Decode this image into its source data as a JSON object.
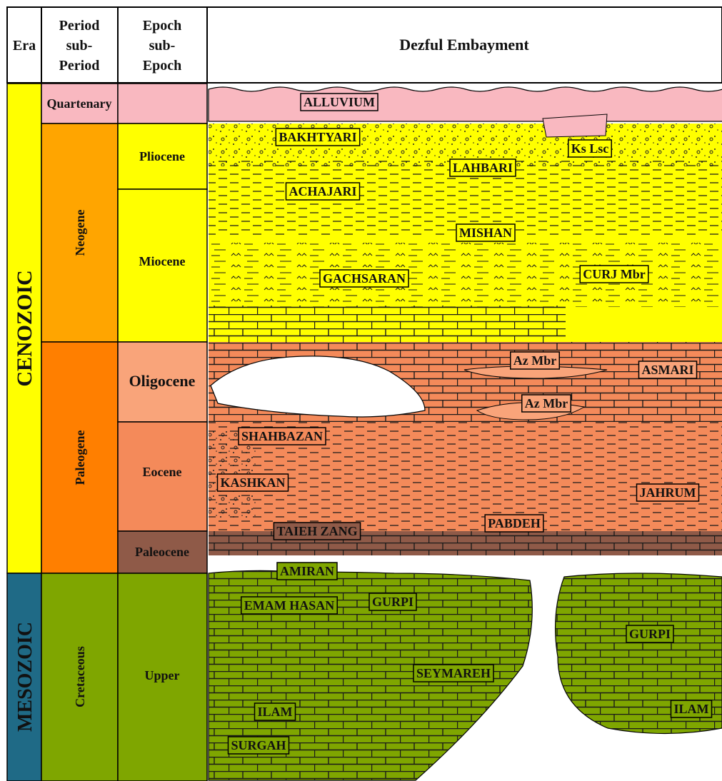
{
  "header": {
    "era": "Era",
    "period": [
      "Period",
      "sub-",
      "Period"
    ],
    "epoch": [
      "Epoch",
      "sub-",
      "Epoch"
    ],
    "region": "Dezful Embayment"
  },
  "eras": [
    {
      "label": "CENOZOIC",
      "color": "#ffff00"
    },
    {
      "label": "MESOZOIC",
      "color": "#1f6a86"
    }
  ],
  "periods": [
    {
      "label": "Quartenary",
      "color": "#f9b8c0"
    },
    {
      "label": "Neogene",
      "color": "#ffa500"
    },
    {
      "label": "Paleogene",
      "color": "#ff7f00"
    },
    {
      "label": "Cretaceous",
      "color": "#7fa600"
    }
  ],
  "epochs": [
    {
      "label": "",
      "color": "#f9b8c0"
    },
    {
      "label": "Pliocene",
      "color": "#ffff00"
    },
    {
      "label": "Miocene",
      "color": "#ffff00"
    },
    {
      "label": "Oligocene",
      "color": "#f9a47a"
    },
    {
      "label": "Eocene",
      "color": "#f48a5a"
    },
    {
      "label": "Paleocene",
      "color": "#8f5a48"
    },
    {
      "label": "Upper",
      "color": "#7fa600"
    }
  ],
  "formations": [
    {
      "label": "ALLUVIUM",
      "color": "#f9b8c0"
    },
    {
      "label": "BAKHTYARI",
      "color": "#ffff00"
    },
    {
      "label": "Ks Lsc",
      "color": "#ffff00"
    },
    {
      "label": "LAHBARI",
      "color": "#ffff00"
    },
    {
      "label": "ACHAJARI",
      "color": "#ffff00"
    },
    {
      "label": "MISHAN",
      "color": "#ffff00"
    },
    {
      "label": "GACHSARAN",
      "color": "#ffff00"
    },
    {
      "label": "CURJ Mbr",
      "color": "#ffff00"
    },
    {
      "label": "Az Mbr",
      "color": "#f9a47a"
    },
    {
      "label": "ASMARI",
      "color": "#f9a47a"
    },
    {
      "label": "Az Mbr",
      "color": "#f9a47a"
    },
    {
      "label": "SHAHBAZAN",
      "color": "#f48a5a"
    },
    {
      "label": "KASHKAN",
      "color": "#f48a5a"
    },
    {
      "label": "JAHRUM",
      "color": "#f48a5a"
    },
    {
      "label": "PABDEH",
      "color": "#f48a5a"
    },
    {
      "label": "TAIEH ZANG",
      "color": "#8f5a48"
    },
    {
      "label": "AMIRAN",
      "color": "#7fa600"
    },
    {
      "label": "GURPI",
      "color": "#7fa600"
    },
    {
      "label": "EMAM HASAN",
      "color": "#7fa600"
    },
    {
      "label": "GURPI",
      "color": "#7fa600"
    },
    {
      "label": "SEYMAREH",
      "color": "#7fa600"
    },
    {
      "label": "ILAM",
      "color": "#7fa600"
    },
    {
      "label": "ILAM",
      "color": "#7fa600"
    },
    {
      "label": "SURGAH",
      "color": "#7fa600"
    }
  ]
}
